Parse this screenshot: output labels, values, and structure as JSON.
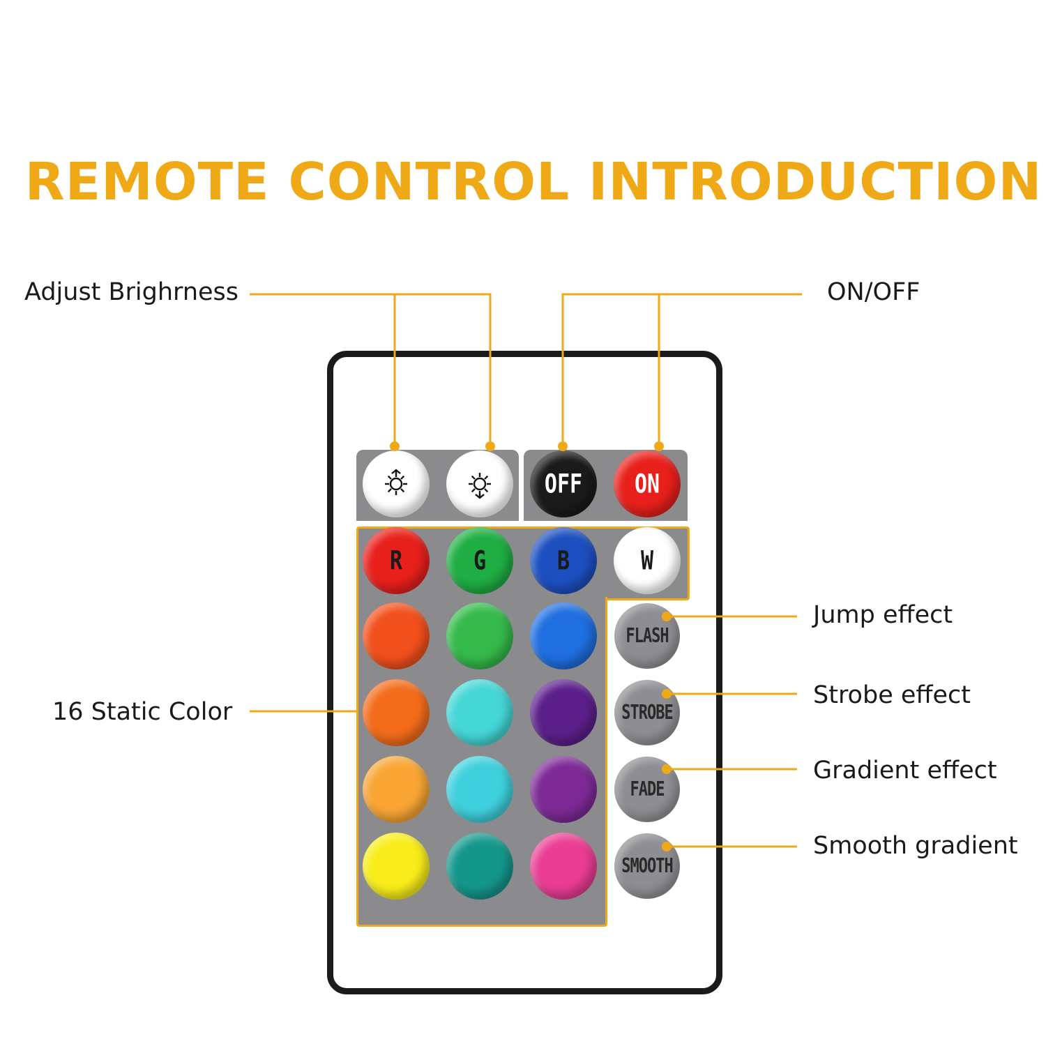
{
  "title": "REMOTE CONTROL INTRODUCTION",
  "accent_color": "#f0a916",
  "callouts": {
    "brightness": "Adjust Brighrness",
    "onoff": "ON/OFF",
    "static_color": "16 Static Color",
    "jump": "Jump effect",
    "strobe": "Strobe effect",
    "gradient": "Gradient effect",
    "smooth": "Smooth gradient"
  },
  "remote": {
    "top_row": [
      {
        "name": "brightness-up-button",
        "icon": "sun-up-icon",
        "color": "#ffffff"
      },
      {
        "name": "brightness-down-button",
        "icon": "sun-down-icon",
        "color": "#ffffff"
      },
      {
        "name": "off-button",
        "label": "OFF",
        "color": "#1a1a1a",
        "text_color": "#ffffff"
      },
      {
        "name": "on-button",
        "label": "ON",
        "color": "#e8201c",
        "text_color": "#ffffff"
      }
    ],
    "rgbw_row": [
      {
        "name": "red-button",
        "label": "R",
        "color": "#e8201c",
        "text_color": "#1a1a1a"
      },
      {
        "name": "green-button",
        "label": "G",
        "color": "#1fae43",
        "text_color": "#1a1a1a"
      },
      {
        "name": "blue-button",
        "label": "B",
        "color": "#1d4fc0",
        "text_color": "#1a1a1a"
      },
      {
        "name": "white-button",
        "label": "W",
        "color": "#ffffff",
        "text_color": "#1a1a1a"
      }
    ],
    "static_colors": [
      "#f2501c",
      "#35b94a",
      "#1f6fe0",
      "#f36c1a",
      "#45d6d6",
      "#5b1f8a",
      "#f8a534",
      "#3fd0dd",
      "#7e2a96",
      "#f8ed1a",
      "#14978b",
      "#ea3d93"
    ],
    "effects": [
      {
        "name": "flash-button",
        "label": "FLASH"
      },
      {
        "name": "strobe-button",
        "label": "STROBE"
      },
      {
        "name": "fade-button",
        "label": "FADE"
      },
      {
        "name": "smooth-button",
        "label": "SMOOTH"
      }
    ]
  }
}
